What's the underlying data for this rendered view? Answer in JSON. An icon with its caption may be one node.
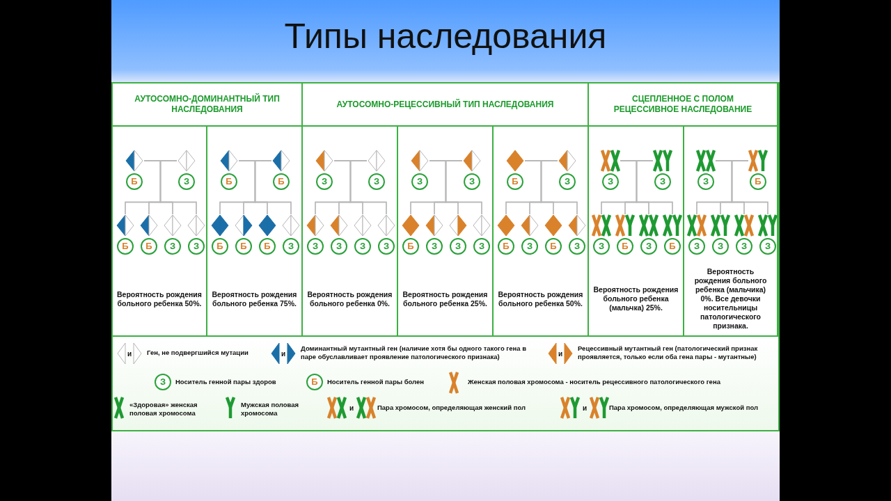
{
  "diagram": {
    "title": "Типы наследования",
    "nodes": [
      {
        "text": [
          "АУТОСОМНО-ДОМИНАНТНЫЙ ТИП НАСЛЕДОВАНИЯ"
        ]
      },
      {
        "text": [
          "АУТОСОМНО-РЕЦЕССИВНЫЙ ТИП НАСЛЕДОВАНИЯ"
        ]
      },
      {
        "text": [
          "СЦЕПЛЕННОЕ С ПОЛОМ РЕЦЕССИВНОЕ НАСЛЕДОВАНИЕ"
        ]
      },
      {
        "text": [
          "Вероятность рождения больного ребенка 50%."
        ]
      },
      {
        "text": [
          "Б"
        ],
        "in": 3
      },
      {
        "text": [
          "З"
        ],
        "in": 3
      },
      {
        "text": [
          "Б"
        ],
        "in": 3
      },
      {
        "text": [
          "Б"
        ],
        "in": 3
      },
      {
        "text": [
          "З"
        ],
        "in": 3
      },
      {
        "text": [
          "З"
        ],
        "in": 3
      },
      {
        "text": [
          "Вероятность рождения больного ребенка 75%."
        ]
      },
      {
        "text": [
          "Б"
        ],
        "in": 10
      },
      {
        "text": [
          "Б"
        ],
        "in": 10
      },
      {
        "text": [
          "Б"
        ],
        "in": 10
      },
      {
        "text": [
          "Б"
        ],
        "in": 10
      },
      {
        "text": [
          "Б"
        ],
        "in": 10
      },
      {
        "text": [
          "З"
        ],
        "in": 10
      },
      {
        "text": [
          "Вероятность рождения больного ребенка 0%."
        ]
      },
      {
        "text": [
          "З"
        ],
        "in": 17
      },
      {
        "text": [
          "З"
        ],
        "in": 17
      },
      {
        "text": [
          "З"
        ],
        "in": 17
      },
      {
        "text": [
          "З"
        ],
        "in": 17
      },
      {
        "text": [
          "З"
        ],
        "in": 17
      },
      {
        "text": [
          "З"
        ],
        "in": 17
      },
      {
        "text": [
          "Вероятность рождения больного ребенка 25%."
        ]
      },
      {
        "text": [
          "З"
        ],
        "in": 24
      },
      {
        "text": [
          "З"
        ],
        "in": 24
      },
      {
        "text": [
          "Б"
        ],
        "in": 24
      },
      {
        "text": [
          "З"
        ],
        "in": 24
      },
      {
        "text": [
          "З"
        ],
        "in": 24
      },
      {
        "text": [
          "З"
        ],
        "in": 24
      },
      {
        "text": [
          "Вероятность рождения больного ребенка 50%."
        ]
      },
      {
        "text": [
          "Б"
        ],
        "in": 31
      },
      {
        "text": [
          "З"
        ],
        "in": 31
      },
      {
        "text": [
          "Б"
        ],
        "in": 31
      },
      {
        "text": [
          "З"
        ],
        "in": 31
      },
      {
        "text": [
          "Б"
        ],
        "in": 31
      },
      {
        "text": [
          "З"
        ],
        "in": 31
      },
      {
        "text": [
          "Вероятность рождения больного ребенка (мальчка) 25%."
        ]
      },
      {
        "text": [
          "З"
        ],
        "in": 38
      },
      {
        "text": [
          "З"
        ],
        "in": 38
      },
      {
        "text": [
          "З"
        ],
        "in": 38
      },
      {
        "text": [
          "Б"
        ],
        "in": 38
      },
      {
        "text": [
          "З"
        ],
        "in": 38
      },
      {
        "text": [
          "Б"
        ],
        "in": 38
      },
      {
        "text": [
          "Вероятность рождения больного ребенка (мальчика) 0%. Все девочки носительницы патологического признака."
        ]
      },
      {
        "text": [
          "З"
        ],
        "in": 45
      },
      {
        "text": [
          "Б"
        ],
        "in": 45
      },
      {
        "text": [
          "З"
        ],
        "in": 45
      },
      {
        "text": [
          "З"
        ],
        "in": 45
      },
      {
        "text": [
          "З"
        ],
        "in": 45
      },
      {
        "text": [
          "З"
        ],
        "in": 45
      },
      {
        "text": [
          "З"
        ]
      },
      {
        "text": [
          "Б"
        ]
      }
    ],
    "edges": [
      {
        "from": 4,
        "to": 5,
        "arrow": "none"
      },
      {
        "from": 4,
        "to": 6,
        "arrow": "none"
      },
      {
        "from": 4,
        "to": 7,
        "arrow": "none"
      },
      {
        "from": 4,
        "to": 8,
        "arrow": "none"
      },
      {
        "from": 4,
        "to": 9,
        "arrow": "none"
      },
      {
        "from": 5,
        "to": 6,
        "arrow": "none"
      },
      {
        "from": 5,
        "to": 7,
        "arrow": "none"
      },
      {
        "from": 5,
        "to": 8,
        "arrow": "none"
      },
      {
        "from": 5,
        "to": 9,
        "arrow": "none"
      },
      {
        "from": 11,
        "to": 12,
        "arrow": "none"
      },
      {
        "from": 11,
        "to": 13,
        "arrow": "none"
      },
      {
        "from": 11,
        "to": 14,
        "arrow": "none"
      },
      {
        "from": 11,
        "to": 15,
        "arrow": "none"
      },
      {
        "from": 11,
        "to": 16,
        "arrow": "none"
      },
      {
        "from": 12,
        "to": 13,
        "arrow": "none"
      },
      {
        "from": 12,
        "to": 14,
        "arrow": "none"
      },
      {
        "from": 12,
        "to": 15,
        "arrow": "none"
      },
      {
        "from": 12,
        "to": 16,
        "arrow": "none"
      },
      {
        "from": 18,
        "to": 19,
        "arrow": "none"
      },
      {
        "from": 18,
        "to": 20,
        "arrow": "none"
      },
      {
        "from": 18,
        "to": 21,
        "arrow": "none"
      },
      {
        "from": 18,
        "to": 22,
        "arrow": "none"
      },
      {
        "from": 18,
        "to": 23,
        "arrow": "none"
      },
      {
        "from": 19,
        "to": 20,
        "arrow": "none"
      },
      {
        "from": 19,
        "to": 21,
        "arrow": "none"
      },
      {
        "from": 19,
        "to": 22,
        "arrow": "none"
      },
      {
        "from": 19,
        "to": 23,
        "arrow": "none"
      },
      {
        "from": 25,
        "to": 26,
        "arrow": "none"
      },
      {
        "from": 25,
        "to": 27,
        "arrow": "none"
      },
      {
        "from": 25,
        "to": 28,
        "arrow": "none"
      },
      {
        "from": 25,
        "to": 29,
        "arrow": "none"
      },
      {
        "from": 25,
        "to": 30,
        "arrow": "none"
      },
      {
        "from": 26,
        "to": 27,
        "arrow": "none"
      },
      {
        "from": 26,
        "to": 28,
        "arrow": "none"
      },
      {
        "from": 26,
        "to": 29,
        "arrow": "none"
      },
      {
        "from": 26,
        "to": 30,
        "arrow": "none"
      },
      {
        "from": 32,
        "to": 33,
        "arrow": "none"
      },
      {
        "from": 32,
        "to": 34,
        "arrow": "none"
      },
      {
        "from": 32,
        "to": 35,
        "arrow": "none"
      },
      {
        "from": 32,
        "to": 36,
        "arrow": "none"
      },
      {
        "from": 32,
        "to": 37,
        "arrow": "none"
      },
      {
        "from": 33,
        "to": 34,
        "arrow": "none"
      },
      {
        "from": 33,
        "to": 35,
        "arrow": "none"
      },
      {
        "from": 33,
        "to": 36,
        "arrow": "none"
      },
      {
        "from": 33,
        "to": 37,
        "arrow": "none"
      },
      {
        "from": 39,
        "to": 40,
        "arrow": "none"
      },
      {
        "from": 39,
        "to": 41,
        "arrow": "none"
      },
      {
        "from": 39,
        "to": 42,
        "arrow": "none"
      },
      {
        "from": 39,
        "to": 43,
        "arrow": "none"
      },
      {
        "from": 39,
        "to": 44,
        "arrow": "none"
      },
      {
        "from": 40,
        "to": 41,
        "arrow": "none"
      },
      {
        "from": 40,
        "to": 42,
        "arrow": "none"
      },
      {
        "from": 40,
        "to": 43,
        "arrow": "none"
      },
      {
        "from": 40,
        "to": 44,
        "arrow": "none"
      },
      {
        "from": 46,
        "to": 47,
        "arrow": "none"
      },
      {
        "from": 46,
        "to": 48,
        "arrow": "none"
      },
      {
        "from": 46,
        "to": 49,
        "arrow": "none"
      },
      {
        "from": 46,
        "to": 50,
        "arrow": "none"
      },
      {
        "from": 46,
        "to": 51,
        "arrow": "none"
      },
      {
        "from": 47,
        "to": 48,
        "arrow": "none"
      },
      {
        "from": 47,
        "to": 49,
        "arrow": "none"
      },
      {
        "from": 47,
        "to": 50,
        "arrow": "none"
      },
      {
        "from": 47,
        "to": 51,
        "arrow": "none"
      }
    ],
    "labels": [
      "и",
      "и",
      "и",
      "и",
      "и"
    ],
    "legend": [
      {
        "text": "Ген, не подвергшийся мутации"
      },
      {
        "text": "Доминантный мутантный ген (наличие хотя бы одного такого гена в паре обуславливает проявление патологического признака)"
      },
      {
        "text": "Рецессивный мутантный ген (патологический признак проявляется, только если оба гена пары - мутантные)"
      },
      {
        "text": "Носитель генной пары здоров"
      },
      {
        "text": "Носитель генной пары болен"
      },
      {
        "text": "Женская половая хромосома - носитель рецессивного патологического гена"
      },
      {
        "text": "«Здоровая» женская половая хромосома"
      },
      {
        "text": "Мужская половая хромосома"
      },
      {
        "text": "Пара хромосом, определяющая женский пол"
      },
      {
        "text": "Пара хромосом, определяющая мужской пол"
      }
    ]
  }
}
